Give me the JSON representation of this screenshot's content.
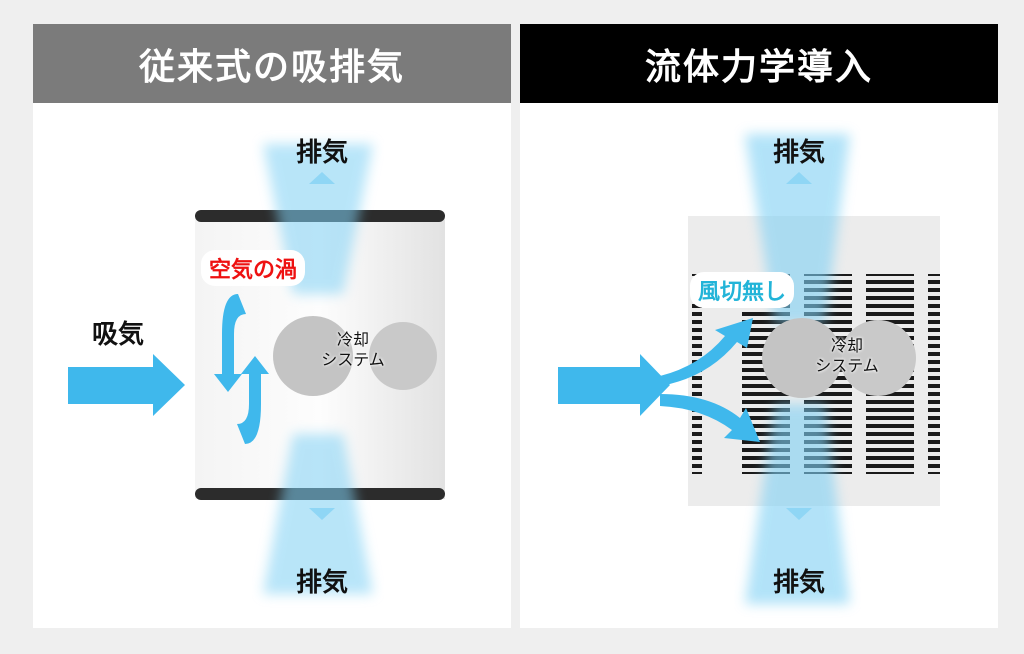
{
  "left_panel": {
    "title": "従来式の吸排気",
    "intake_label": "吸気",
    "exhaust_top_label": "排気",
    "exhaust_bottom_label": "排気",
    "badge": "空気の渦",
    "cooling_line1": "冷却",
    "cooling_line2": "システム"
  },
  "right_panel": {
    "title": "流体力学導入",
    "exhaust_top_label": "排気",
    "exhaust_bottom_label": "排気",
    "badge": "風切無し",
    "cooling_line1": "冷却",
    "cooling_line2": "システム"
  },
  "colors": {
    "left_header": "#7b7b7b",
    "right_header": "#000000",
    "air_blue": "#3fb8ec",
    "red_text": "#ee1111",
    "cyan_text": "#22b4d8"
  }
}
